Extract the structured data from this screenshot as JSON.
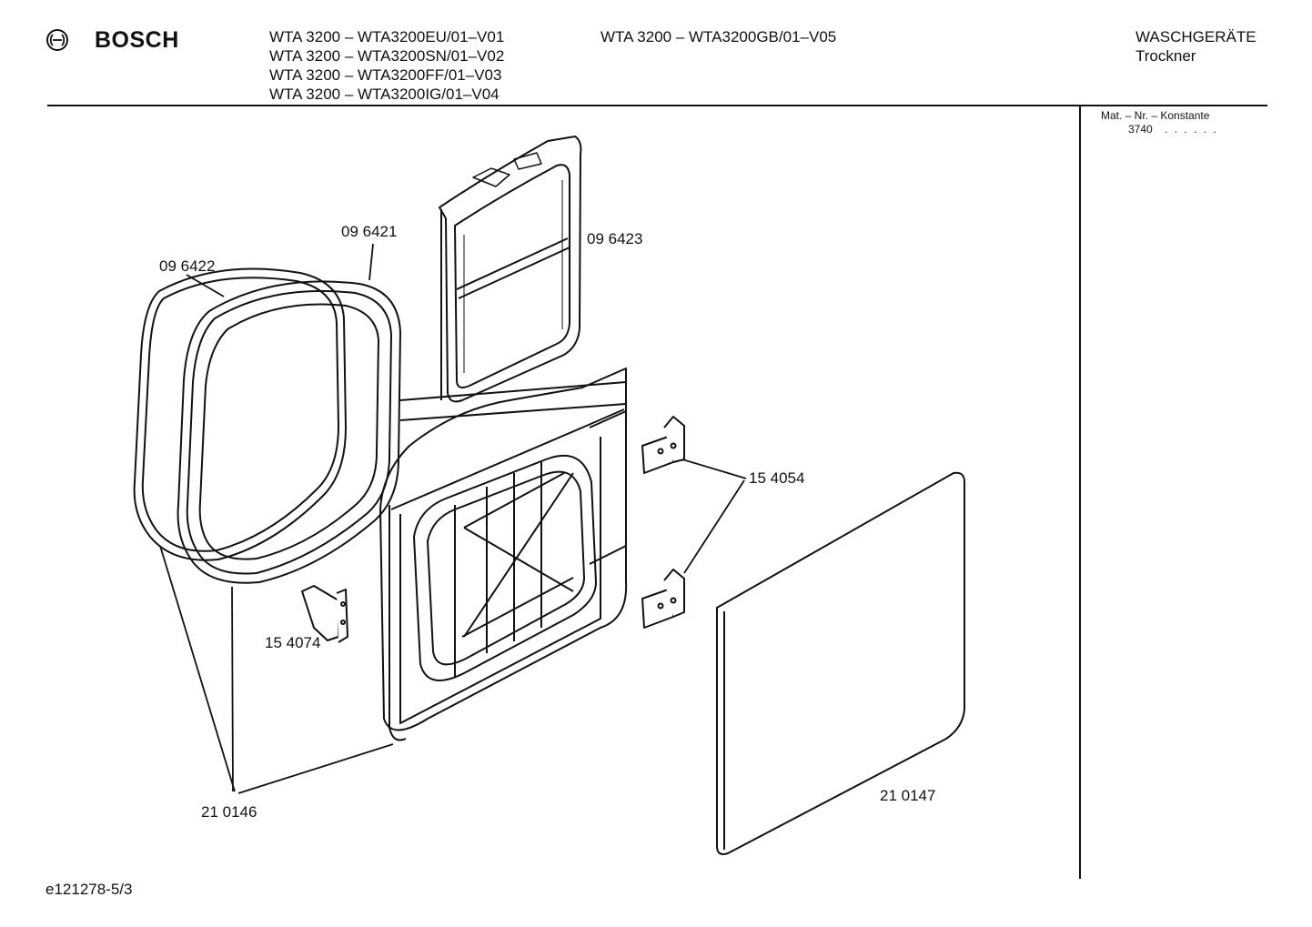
{
  "header": {
    "brand": "BOSCH",
    "models_left": [
      "WTA 3200 – WTA3200EU/01–V01",
      "WTA 3200 – WTA3200SN/01–V02",
      "WTA 3200 – WTA3200FF/01–V03",
      "WTA 3200 – WTA3200IG/01–V04"
    ],
    "models_right": [
      "WTA 3200 – WTA3200GB/01–V05"
    ],
    "category": "WASCHGERÄTE",
    "subcategory": "Trockner"
  },
  "sidebar": {
    "header": "Mat. – Nr. – Konstante",
    "value": "3740",
    "dots": ". . . . . ."
  },
  "parts": {
    "p096421": "09 6421",
    "p096422": "09 6422",
    "p096423": "09 6423",
    "p154054": "15 4054",
    "p154074": "15 4074",
    "p210146": "21 0146",
    "p210147": "21 0147"
  },
  "footer": {
    "code": "e121278-5/3"
  }
}
